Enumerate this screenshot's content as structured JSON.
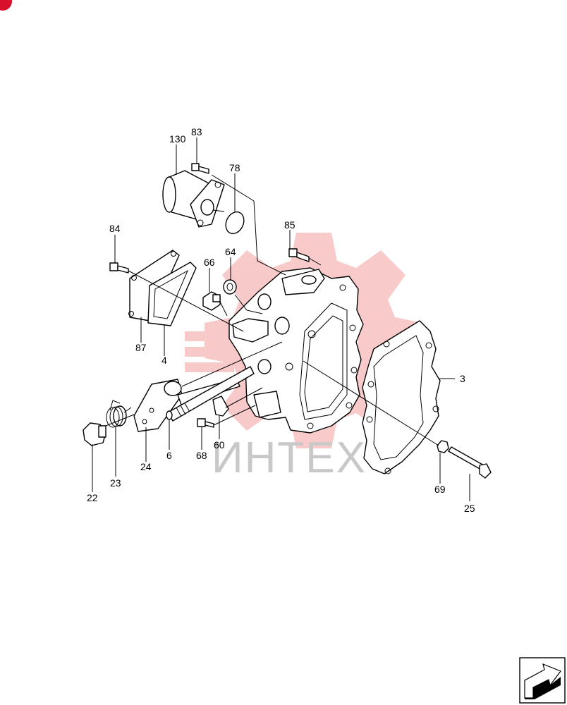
{
  "watermark": {
    "text": "ИНТЕХ",
    "gear_color": "#f6b8b8",
    "text_color": "#c8c8c8"
  },
  "corner_badge_color": "#d9102a",
  "parts": [
    {
      "id": "130",
      "label": "130"
    },
    {
      "id": "83",
      "label": "83"
    },
    {
      "id": "78",
      "label": "78"
    },
    {
      "id": "84",
      "label": "84"
    },
    {
      "id": "85",
      "label": "85"
    },
    {
      "id": "64",
      "label": "64"
    },
    {
      "id": "66",
      "label": "66"
    },
    {
      "id": "87",
      "label": "87"
    },
    {
      "id": "4",
      "label": "4"
    },
    {
      "id": "3",
      "label": "3"
    },
    {
      "id": "24",
      "label": "24"
    },
    {
      "id": "6",
      "label": "6"
    },
    {
      "id": "68",
      "label": "68"
    },
    {
      "id": "60",
      "label": "60"
    },
    {
      "id": "22",
      "label": "22"
    },
    {
      "id": "23",
      "label": "23"
    },
    {
      "id": "69",
      "label": "69"
    },
    {
      "id": "25",
      "label": "25"
    }
  ],
  "nav_icon": "next-page-arrow-icon"
}
